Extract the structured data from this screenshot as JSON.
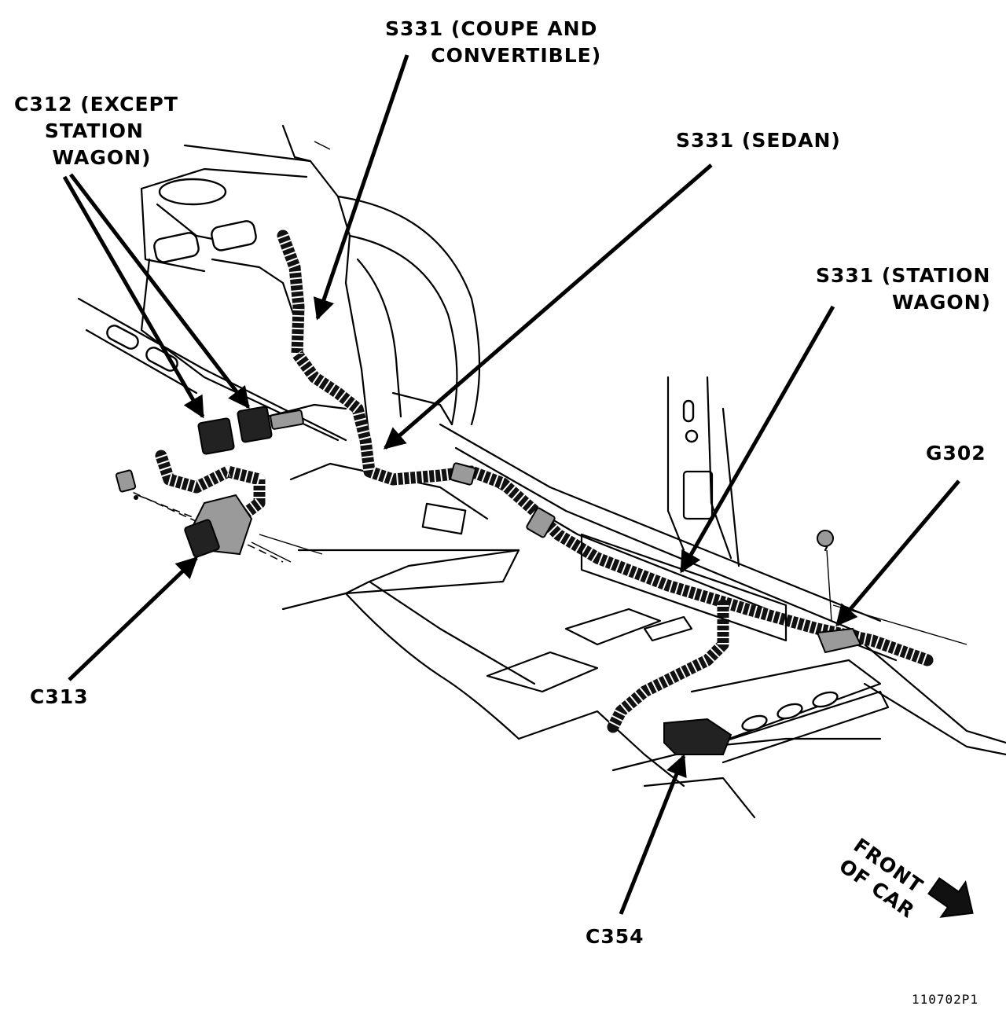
{
  "labels": {
    "s331_coupe": "S331 (COUPE AND\n      CONVERTIBLE)",
    "c312": "C312 (EXCEPT\n    STATION\n     WAGON)",
    "s331_sedan": "S331 (SEDAN)",
    "s331_wagon": "S331 (STATION\n          WAGON)",
    "g302": "G302",
    "c313": "C313",
    "c354": "C354",
    "front_of_car": "FRONT\nOF CAR"
  },
  "figure_id": "110702P1"
}
